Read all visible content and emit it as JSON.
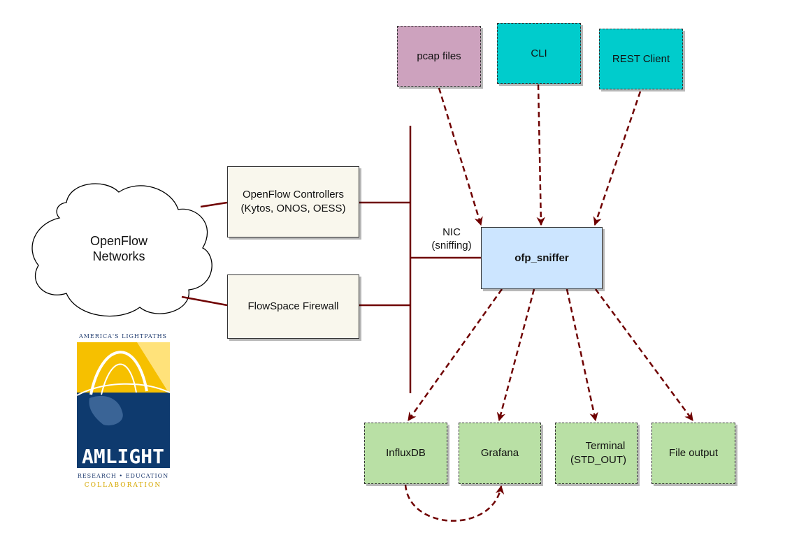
{
  "inputs": {
    "pcap": "pcap files",
    "cli": "CLI",
    "rest": "REST Client"
  },
  "core": {
    "sniffer": "ofp_sniffer",
    "nic_line1": "NIC",
    "nic_line2": "(sniffing)"
  },
  "network": {
    "cloud_line1": "OpenFlow",
    "cloud_line2": "Networks",
    "controllers_line1": "OpenFlow Controllers",
    "controllers_line2": "(Kytos, ONOS, OESS)",
    "firewall": "FlowSpace Firewall"
  },
  "outputs": {
    "influxdb": "InfluxDB",
    "grafana": "Grafana",
    "terminal_line1": "Terminal",
    "terminal_line2": "(STD_OUT)",
    "file": "File output"
  },
  "logo": {
    "top": "AMERICA'S LIGHTPATHS",
    "name": "AMLIGHT",
    "sub": "RESEARCH • EDUCATION",
    "bottom": "COLLABORATION"
  },
  "colors": {
    "pcap": "#cda2be",
    "cli_rest": "#00cccc",
    "output": "#b9e0a5",
    "sniffer": "#cce5ff",
    "gray_box": "#f9f7ed",
    "connector": "#6f0000"
  }
}
